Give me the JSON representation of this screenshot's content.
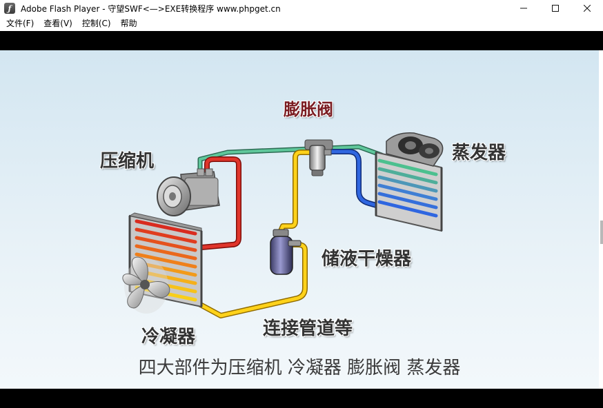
{
  "window": {
    "title": "Adobe Flash Player - 守望SWF<—>EXE转换程序 www.phpget.cn",
    "controls": [
      "minimize-icon",
      "maximize-icon",
      "close-icon"
    ]
  },
  "menu": {
    "items": [
      "文件(F)",
      "查看(V)",
      "控制(C)",
      "帮助"
    ]
  },
  "scene": {
    "labels": {
      "expansion_valve": "膨胀阀",
      "compressor": "压缩机",
      "evaporator": "蒸发器",
      "receiver_drier": "储液干燥器",
      "connecting_pipes": "连接管道等",
      "condenser": "冷凝器"
    },
    "caption": "四大部件为压缩机 冷凝器 膨胀阀 蒸发器",
    "colors": {
      "high_pressure_gas": "#c8201a",
      "high_pressure_liquid": "#f2c200",
      "low_pressure_liquid": "#1f4fc6",
      "low_pressure_gas": "#3fa07a",
      "valve_label": "#7a1b20"
    }
  }
}
